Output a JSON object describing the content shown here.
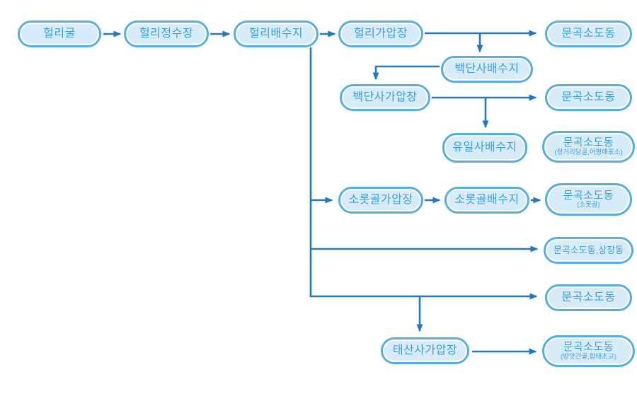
{
  "diagram": {
    "colors": {
      "node_fill": "#d7ecf8",
      "node_border": "#58ade0",
      "node_text": "#3c9fd9",
      "arrow": "#2478bb"
    },
    "nodes": [
      {
        "id": "heolli-gul",
        "label": "헐리굴"
      },
      {
        "id": "heolli-jeongsujang",
        "label": "헐리정수장"
      },
      {
        "id": "heolli-baesuji",
        "label": "헐리배수지"
      },
      {
        "id": "heolli-gaapjang",
        "label": "헐리가압장"
      },
      {
        "id": "mungok-sododong-1",
        "label": "문곡소도동"
      },
      {
        "id": "baekdansa-baesuji",
        "label": "백단사배수지"
      },
      {
        "id": "baekdansa-gaapjang",
        "label": "백단사가압장"
      },
      {
        "id": "mungok-sododong-2",
        "label": "문곡소도동"
      },
      {
        "id": "yuilsa-baesuji",
        "label": "유일사배수지"
      },
      {
        "id": "mungok-sododong-3",
        "label": "문곡소도동",
        "sub": "(정거리당골,어평매표소)"
      },
      {
        "id": "sorotgol-gaapjang",
        "label": "소롯골가압장"
      },
      {
        "id": "sorotgol-baesuji",
        "label": "소롯골배수지"
      },
      {
        "id": "mungok-sododong-4",
        "label": "문곡소도동",
        "sub": "(소롯골)"
      },
      {
        "id": "mungok-sangjangdong",
        "label": "문곡소도동,상장동"
      },
      {
        "id": "mungok-sododong-5",
        "label": "문곡소도동"
      },
      {
        "id": "taesansa-gaapjang",
        "label": "태산사가압장"
      },
      {
        "id": "mungok-sododong-6",
        "label": "문곡소도동",
        "sub": "(방앗간골,함태초교)"
      }
    ],
    "edges": [
      {
        "from": "헐리굴",
        "to": "헐리정수장"
      },
      {
        "from": "헐리정수장",
        "to": "헐리배수지"
      },
      {
        "from": "헐리배수지",
        "to": "헐리가압장"
      },
      {
        "from": "헐리가압장",
        "to": "문곡소도동"
      },
      {
        "from": "헐리가압장",
        "to": "백단사배수지"
      },
      {
        "from": "백단사배수지",
        "to": "백단사가압장"
      },
      {
        "from": "백단사가압장",
        "to": "문곡소도동"
      },
      {
        "from": "백단사가압장",
        "to": "유일사배수지"
      },
      {
        "from": "헐리배수지",
        "to": "소롯골가압장"
      },
      {
        "from": "소롯골가압장",
        "to": "소롯골배수지"
      },
      {
        "from": "소롯골배수지",
        "to": "문곡소도동(소롯골)"
      },
      {
        "from": "헐리배수지",
        "to": "문곡소도동,상장동"
      },
      {
        "from": "헐리배수지",
        "to": "문곡소도동"
      },
      {
        "from": "헐리배수지",
        "to": "태산사가압장"
      },
      {
        "from": "태산사가압장",
        "to": "문곡소도동(방앗간골,함태초교)"
      }
    ]
  }
}
